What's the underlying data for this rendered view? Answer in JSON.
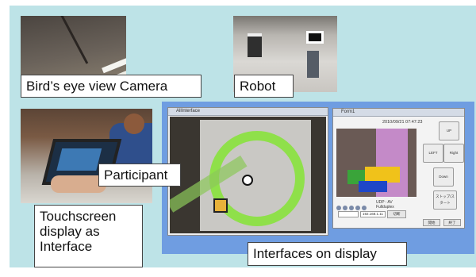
{
  "captions": {
    "camera": "Bird’s eye view Camera",
    "robot": "Robot",
    "participant": "Participant",
    "touchscreen": "Touchscreen\ndisplay as\nInterface",
    "interfaces": "Interfaces on display"
  },
  "window_map": {
    "title": "AllInterface"
  },
  "window_control": {
    "title": "Form1",
    "timestamp": "2010/09/21 07:47:23",
    "status": "UDP : AV\nFullduplex",
    "ip": "192.168.1.11",
    "connect_label": "切断",
    "buttons": {
      "up": "UP",
      "left": "LEFT",
      "right": "Right",
      "down": "Down",
      "stop": "ストップ/スタート"
    },
    "footer_buttons": [
      "開始",
      "終了"
    ]
  },
  "icons": [
    "camera-photo",
    "robot-photo",
    "participant-photo",
    "robot-marker-icon",
    "media-control-icons"
  ],
  "colors": {
    "panel": "#bde3e7",
    "interfaces_bg": "#6f9de1",
    "ring": "#8fe04a"
  }
}
